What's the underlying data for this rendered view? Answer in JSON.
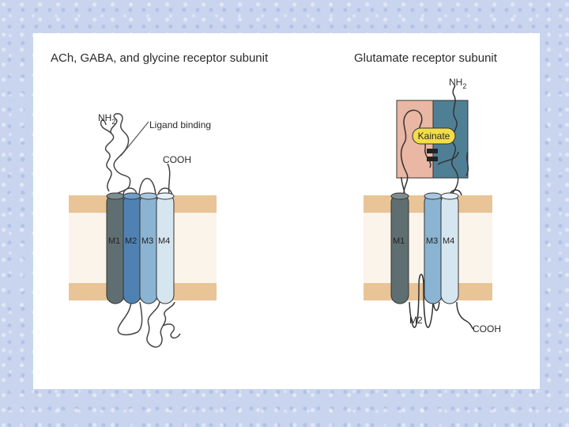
{
  "left_panel": {
    "title": "ACh, GABA, and glycine receptor subunit",
    "nh2": "NH",
    "nh2_sub": "2",
    "ligand_label": "Ligand binding",
    "cooh": "COOH",
    "segments": [
      "M1",
      "M2",
      "M3",
      "M4"
    ]
  },
  "right_panel": {
    "title": "Glutamate receptor subunit",
    "nh2": "NH",
    "nh2_sub": "2",
    "kainate": "Kainate",
    "segments": [
      "M1",
      "M3",
      "M4"
    ],
    "m2": "M2",
    "cooh": "COOH"
  },
  "colors": {
    "membrane_band": "#e8c497",
    "membrane_core": "#fbf4ea",
    "m1": "#5f6f71",
    "m2": "#4f82b2",
    "m3": "#8bb4d2",
    "m4": "#d5e6f0",
    "ligand_domain_left": "#e9b7a3",
    "ligand_domain_right": "#4f7f95",
    "kainate": "#f2dd4a"
  }
}
